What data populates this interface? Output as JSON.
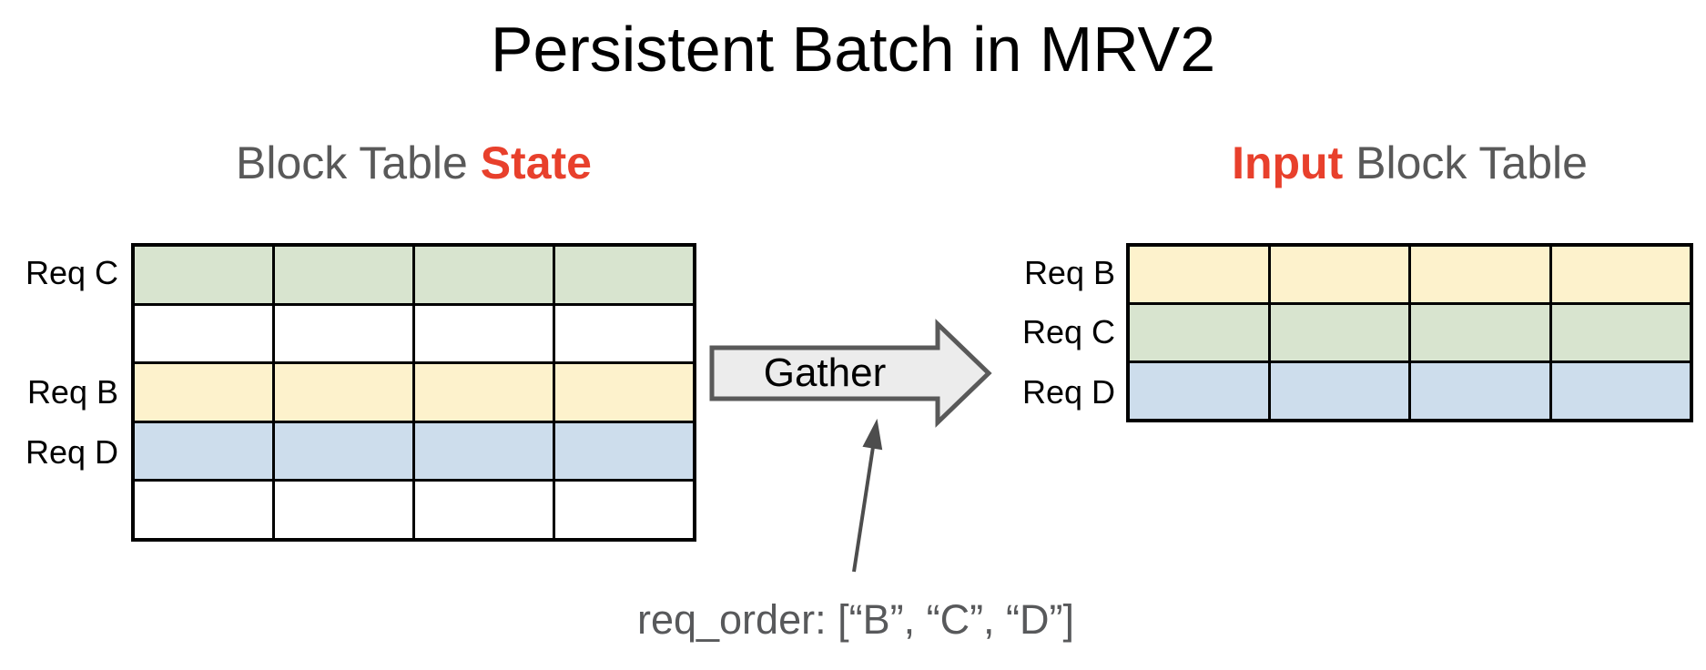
{
  "title": "Persistent Batch in MRV2",
  "left_table": {
    "heading": {
      "normal": "Block Table ",
      "highlight": "State"
    },
    "columns": 4,
    "rows": [
      {
        "label": "Req C",
        "color": "green"
      },
      {
        "label": "",
        "color": "white"
      },
      {
        "label": "Req B",
        "color": "yellow"
      },
      {
        "label": "Req D",
        "color": "blue"
      },
      {
        "label": "",
        "color": "white"
      }
    ]
  },
  "right_table": {
    "heading": {
      "highlight": "Input",
      "normal": " Block Table"
    },
    "columns": 4,
    "rows": [
      {
        "label": "Req B",
        "color": "yellow"
      },
      {
        "label": "Req C",
        "color": "green"
      },
      {
        "label": "Req D",
        "color": "blue"
      }
    ]
  },
  "gather_arrow": {
    "label": "Gather"
  },
  "annotation": {
    "text": "req_order: [“B”, “C”, “D”]"
  },
  "colors": {
    "green": "#d8e4cf",
    "yellow": "#fdf2cc",
    "blue": "#cdddec",
    "white": "#ffffff",
    "highlight_red": "#e8402c",
    "heading_gray": "#595959",
    "arrow_fill": "#ececec",
    "arrow_stroke": "#595959",
    "pointer_gray": "#4d4d4d",
    "annotation_gray": "#58595b"
  }
}
